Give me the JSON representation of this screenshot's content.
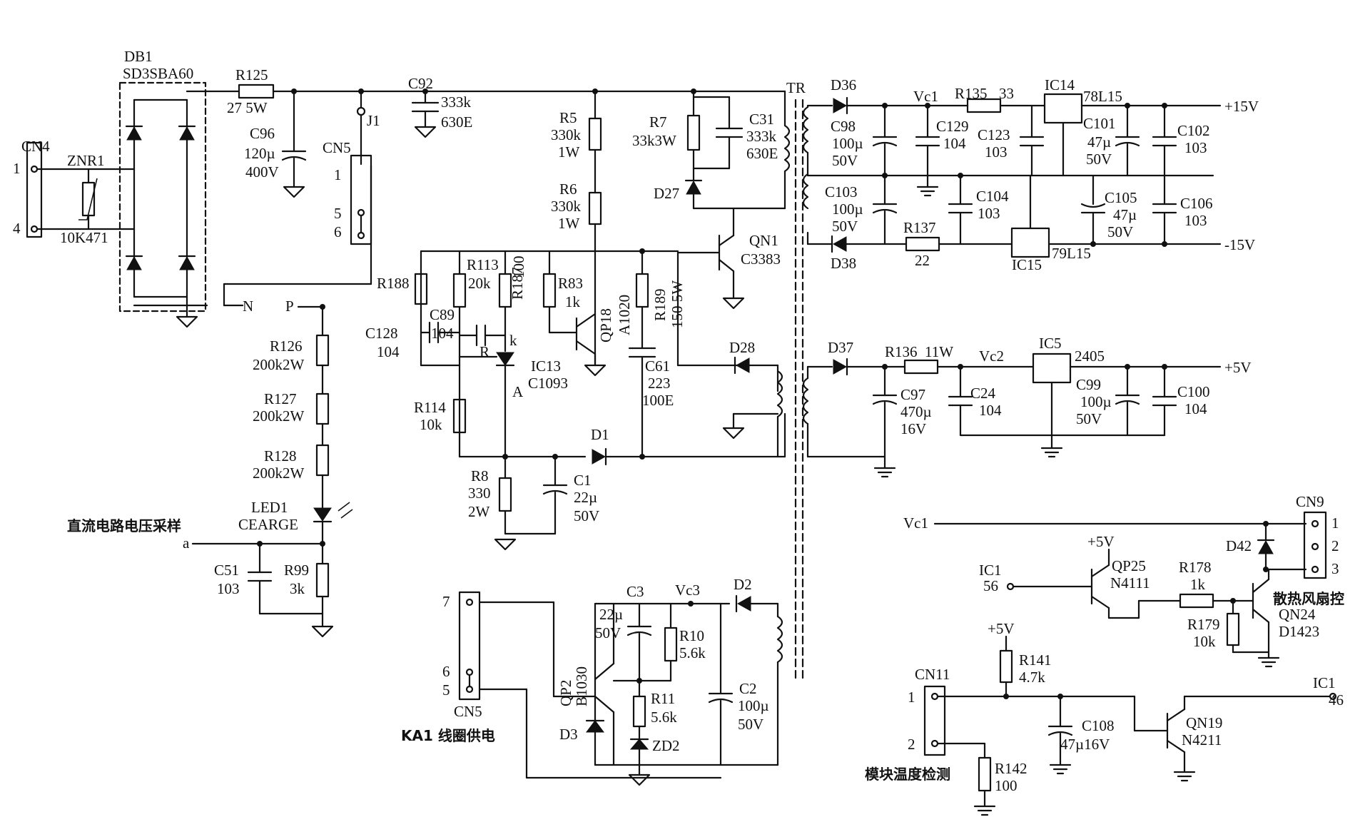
{
  "connectors": {
    "cn4": {
      "name": "CN4",
      "pin1": "1",
      "pin4": "4"
    },
    "cn5_top": {
      "name": "CN5",
      "pin1": "1",
      "pin5": "5",
      "pin6": "6"
    },
    "cn5_bottom": {
      "name": "CN5",
      "pin7": "7",
      "pin6": "6",
      "pin5": "5",
      "note": "KA1 线圈供电"
    },
    "cn9": {
      "name": "CN9",
      "pin1": "1",
      "pin2": "2",
      "pin3": "3",
      "note": "散热风扇控"
    },
    "cn11": {
      "name": "CN11",
      "pin1": "1",
      "pin2": "2",
      "note": "模块温度检测"
    },
    "j1": "J1",
    "tr": "TR"
  },
  "input": {
    "db1": {
      "ref": "DB1",
      "value": "SD3SBA60"
    },
    "znr1": {
      "ref": "ZNR1",
      "value": "10K471"
    },
    "r125": {
      "ref": "R125",
      "value": "27  5W"
    },
    "c96": {
      "ref": "C96",
      "value1": "120µ",
      "value2": "400V"
    },
    "c92": {
      "ref": "C92",
      "value1": "333k",
      "value2": "630E"
    },
    "n": "N",
    "p": "P"
  },
  "sampling": {
    "r126": {
      "ref": "R126",
      "value": "200k2W"
    },
    "r127": {
      "ref": "R127",
      "value": "200k2W"
    },
    "r128": {
      "ref": "R128",
      "value": "200k2W"
    },
    "led1": {
      "ref": "LED1",
      "value": "CEARGE"
    },
    "label": "直流电路电压采样",
    "node_a": "a",
    "c51": {
      "ref": "C51",
      "value": "103"
    },
    "r99": {
      "ref": "R99",
      "value": "3k"
    }
  },
  "primary": {
    "r5": {
      "ref": "R5",
      "value1": "330k",
      "value2": "1W"
    },
    "r6": {
      "ref": "R6",
      "value1": "330k",
      "value2": "1W"
    },
    "r7": {
      "ref": "R7",
      "value": "33k3W"
    },
    "c31": {
      "ref": "C31",
      "value1": "333k",
      "value2": "630E"
    },
    "d27": "D27",
    "qn1": {
      "ref": "QN1",
      "value": "C3383"
    },
    "r188": "R188",
    "r113": {
      "ref": "R113",
      "value": "20k"
    },
    "r187": {
      "ref": "R187",
      "value": "100"
    },
    "r83": {
      "ref": "R83",
      "value": "1k"
    },
    "qp18": {
      "ref": "QP18",
      "value": "A1020"
    },
    "r189": {
      "ref": "R189",
      "value": "150 5W"
    },
    "c89": {
      "ref": "C89",
      "value": "104"
    },
    "c128": {
      "ref": "C128",
      "value": "104"
    },
    "ic13": {
      "ref": "IC13",
      "value": "C1093"
    },
    "pin_r": "R",
    "pin_k": "k",
    "pin_a": "A",
    "c61": {
      "ref": "C61",
      "value1": "223",
      "value2": "100E"
    },
    "d28": "D28",
    "r114": {
      "ref": "R114",
      "value": "10k"
    },
    "d1": "D1",
    "r8": {
      "ref": "R8",
      "value1": "330",
      "value2": "2W"
    },
    "c1": {
      "ref": "C1",
      "value1": "22µ",
      "value2": "50V"
    }
  },
  "relay_supply": {
    "c3": {
      "ref": "C3",
      "value1": "22µ",
      "value2": "50V"
    },
    "vc3": "Vc3",
    "d2": "D2",
    "r10": {
      "ref": "R10",
      "value": "5.6k"
    },
    "qp2": {
      "ref": "QP2",
      "value": "B1030"
    },
    "r11": {
      "ref": "R11",
      "value": "5.6k"
    },
    "c2": {
      "ref": "C2",
      "value1": "100µ",
      "value2": "50V"
    },
    "d3": "D3",
    "zd2": "ZD2"
  },
  "supply15": {
    "d36": "D36",
    "vc1": "Vc1",
    "r135": {
      "ref": "R135",
      "value": "33"
    },
    "ic14": {
      "ref": "IC14",
      "value": "78L15"
    },
    "p15v": "+15V",
    "c98": {
      "ref": "C98",
      "value1": "100µ",
      "value2": "50V"
    },
    "c129": {
      "ref": "C129",
      "value": "104"
    },
    "c123": {
      "ref": "C123",
      "value": "103"
    },
    "c101": {
      "ref": "C101",
      "value1": "47µ",
      "value2": "50V"
    },
    "c102": {
      "ref": "C102",
      "value": "103"
    },
    "c103": {
      "ref": "C103",
      "value1": "100µ",
      "value2": "50V"
    },
    "c104": {
      "ref": "C104",
      "value": "103"
    },
    "c105": {
      "ref": "C105",
      "value1": "47µ",
      "value2": "50V"
    },
    "c106": {
      "ref": "C106",
      "value": "103"
    },
    "r137": {
      "ref": "R137",
      "value": "22"
    },
    "ic15": {
      "ref": "IC15",
      "value": "79L15"
    },
    "d38": "D38",
    "m15v": "-15V"
  },
  "supply5": {
    "d37": "D37",
    "r136": {
      "ref": "R136",
      "value": "11W"
    },
    "vc2": "Vc2",
    "ic5": {
      "ref": "IC5",
      "value": "2405"
    },
    "p5v": "+5V",
    "c97": {
      "ref": "C97",
      "value1": "470µ",
      "value2": "16V"
    },
    "c24": {
      "ref": "C24",
      "value": "104"
    },
    "c99": {
      "ref": "C99",
      "value1": "100µ",
      "value2": "50V"
    },
    "c100": {
      "ref": "C100",
      "value": "104"
    }
  },
  "fan": {
    "vc1": "Vc1",
    "ic1_56": {
      "ref": "IC1",
      "pin": "56"
    },
    "p5v": "+5V",
    "qp25": {
      "ref": "QP25",
      "value": "N4111"
    },
    "r178": {
      "ref": "R178",
      "value": "1k"
    },
    "r179": {
      "ref": "R179",
      "value": "10k"
    },
    "qn24": {
      "ref": "QN24",
      "value": "D1423"
    },
    "d42": "D42"
  },
  "temp": {
    "p5v": "+5V",
    "r141": {
      "ref": "R141",
      "value": "4.7k"
    },
    "c108": {
      "ref": "C108",
      "value": "47µ16V"
    },
    "qn19": {
      "ref": "QN19",
      "value": "N4211"
    },
    "ic1_46": {
      "ref": "IC1",
      "pin": "46"
    },
    "r142": {
      "ref": "R142",
      "value": "100"
    }
  }
}
